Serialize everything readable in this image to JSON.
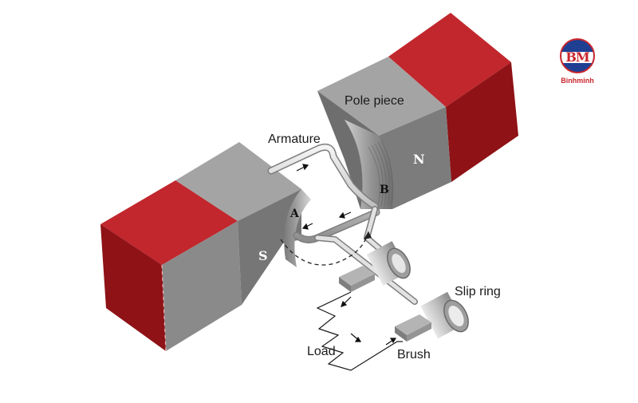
{
  "labels": {
    "pole_piece": "Pole piece",
    "armature": "Armature",
    "north_pole": "N",
    "south_pole": "S",
    "point_a": "A",
    "point_b": "B",
    "slip_ring": "Slip ring",
    "load": "Load",
    "brush": "Brush"
  },
  "logo": {
    "initials": "BM",
    "name": "Binhminh"
  },
  "colors": {
    "magnet_red": "#b5191f",
    "magnet_red_dark": "#8e1216",
    "pole_gray": "#8a8a8a",
    "pole_gray_light": "#a6a6a6",
    "pole_gray_dark": "#6f6f6f",
    "logo_blue": "#1f3f93",
    "logo_red": "#c9262d"
  }
}
